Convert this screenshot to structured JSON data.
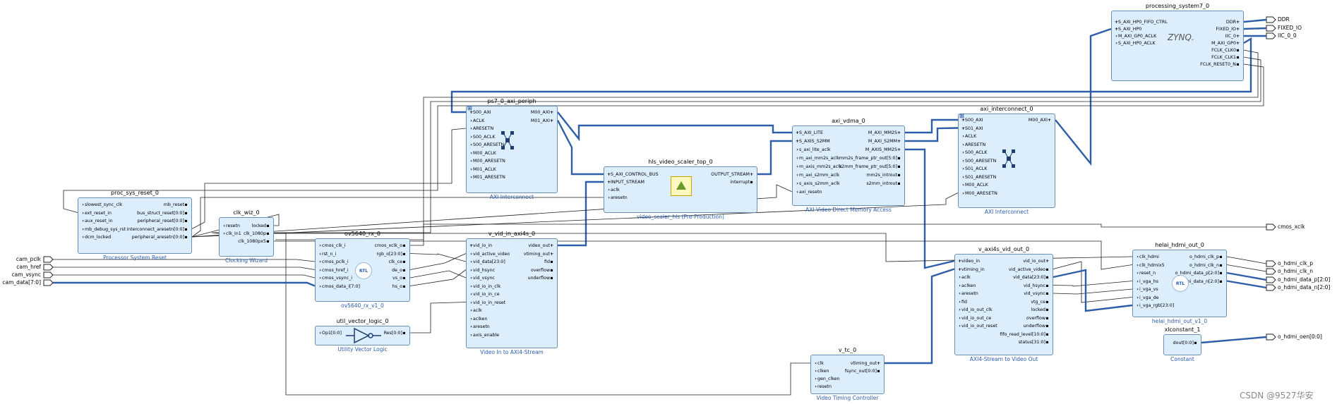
{
  "watermark": "CSDN @9527华安",
  "blocks": {
    "processing_system7_0": {
      "title": "processing_system7_0",
      "subtitle": "ZYNQ7 Processing System",
      "logo": "ZYNQ.",
      "left_pins": [
        "S_AXI_HP0_FIFO_CTRL",
        "S_AXI_HP0",
        "M_AXI_GP0_ACLK",
        "S_AXI_HP0_ACLK"
      ],
      "right_pins": [
        "DDR",
        "FIXED_IO",
        "IIC_0",
        "M_AXI_GP0",
        "FCLK_CLK0",
        "FCLK_CLK1",
        "FCLK_RESET0_N"
      ]
    },
    "ps7_0_axi_periph": {
      "title": "ps7_0_axi_periph",
      "subtitle": "AXI Interconnect",
      "left_pins": [
        "S00_AXI",
        "ACLK",
        "ARESETN",
        "S00_ACLK",
        "S00_ARESETN",
        "M00_ACLK",
        "M00_ARESETN",
        "M01_ACLK",
        "M01_ARESETN"
      ],
      "right_pins": [
        "M00_AXI",
        "M01_AXI"
      ]
    },
    "axi_vdma_0": {
      "title": "axi_vdma_0",
      "subtitle": "AXI Video Direct Memory Access",
      "left_pins": [
        "S_AXI_LITE",
        "S_AXIS_S2MM",
        "s_axi_lite_aclk",
        "m_axi_mm2s_aclk",
        "m_axis_mm2s_aclk",
        "m_axi_s2mm_aclk",
        "s_axis_s2mm_aclk",
        "axi_resetn"
      ],
      "right_pins": [
        "M_AXI_MM2S",
        "M_AXI_S2MM",
        "M_AXIS_MM2S",
        "mm2s_frame_ptr_out[5:0]",
        "s2mm_frame_ptr_out[5:0]",
        "mm2s_introut",
        "s2mm_introut"
      ]
    },
    "axi_interconnect_0": {
      "title": "axi_interconnect_0",
      "subtitle": "AXI Interconnect",
      "left_pins": [
        "S00_AXI",
        "S01_AXI",
        "ACLK",
        "ARESETN",
        "S00_ACLK",
        "S00_ARESETN",
        "S01_ACLK",
        "S01_ARESETN",
        "M00_ACLK",
        "M00_ARESETN"
      ],
      "right_pins": [
        "M00_AXI"
      ]
    },
    "hls_video_scaler_top_0": {
      "title": "hls_video_scaler_top_0",
      "subtitle": "video_scaler_hls (Pre-Production)",
      "left_pins": [
        "S_AXI_CONTROL_BUS",
        "INPUT_STREAM",
        "aclk",
        "aresetn"
      ],
      "right_pins": [
        "OUTPUT_STREAM",
        "interrupt"
      ]
    },
    "proc_sys_reset_0": {
      "title": "proc_sys_reset_0",
      "subtitle": "Processor System Reset",
      "left_pins": [
        "slowest_sync_clk",
        "ext_reset_in",
        "aux_reset_in",
        "mb_debug_sys_rst",
        "dcm_locked"
      ],
      "right_pins": [
        "mb_reset",
        "bus_struct_reset[0:0]",
        "peripheral_reset[0:0]",
        "interconnect_aresetn[0:0]",
        "peripheral_aresetn[0:0]"
      ]
    },
    "clk_wiz_0": {
      "title": "clk_wiz_0",
      "subtitle": "Clocking Wizard",
      "left_pins": [
        "resetn",
        "clk_in1"
      ],
      "right_pins": [
        "locked",
        "clk_1080p",
        "clk_1080px5"
      ]
    },
    "ov5640_rx_0": {
      "title": "ov5640_rx_0",
      "subtitle": "ov5640_rx_v1_0",
      "rtl": "RTL",
      "left_pins": [
        "cmos_clk_i",
        "rst_n_i",
        "cmos_pclk_i",
        "cmos_href_i",
        "cmos_vsync_i",
        "cmos_data_i[7:0]"
      ],
      "right_pins": [
        "cmos_xclk_o",
        "rgb_o[23:0]",
        "clk_ce",
        "de_o",
        "vs_o",
        "hs_o"
      ]
    },
    "util_vector_logic_0": {
      "title": "util_vector_logic_0",
      "subtitle": "Utility Vector Logic",
      "left_pins": [
        "Op1[0:0]"
      ],
      "right_pins": [
        "Res[0:0]"
      ]
    },
    "v_vid_in_axi4s_0": {
      "title": "v_vid_in_axi4s_0",
      "subtitle": "Video In to AXI4-Stream",
      "left_pins": [
        "vid_io_in",
        "vid_active_video",
        "vid_data[23:0]",
        "vid_hsync",
        "vid_vsync",
        "vid_io_in_clk",
        "vid_io_in_ce",
        "vid_io_in_reset",
        "aclk",
        "aclken",
        "aresetn",
        "axis_enable"
      ],
      "right_pins": [
        "video_out",
        "vtiming_out",
        "fid",
        "overflow",
        "underflow"
      ]
    },
    "v_tc_0": {
      "title": "v_tc_0",
      "subtitle": "Video Timing Controller",
      "left_pins": [
        "clk",
        "clken",
        "gen_clken",
        "resetn"
      ],
      "right_pins": [
        "vtiming_out",
        "fsync_out[0:0]"
      ]
    },
    "v_axi4s_vid_out_0": {
      "title": "v_axi4s_vid_out_0",
      "subtitle": "AXI4-Stream to Video Out",
      "left_pins": [
        "video_in",
        "vtiming_in",
        "aclk",
        "aclken",
        "aresetn",
        "fid",
        "vid_io_out_clk",
        "vid_io_out_ce",
        "vid_io_out_reset"
      ],
      "right_pins": [
        "vid_io_out",
        "vid_active_video",
        "vid_data[23:0]",
        "vid_hsync",
        "vid_vsync",
        "vtg_ce",
        "locked",
        "overflow",
        "underflow",
        "fifo_read_level[10:0]",
        "status[31:0]"
      ]
    },
    "helai_hdmi_out_0": {
      "title": "helai_hdmi_out_0",
      "subtitle": "helai_hdmi_out_v1_0",
      "rtl": "RTL",
      "left_pins": [
        "clk_hdmi",
        "clk_hdmix5",
        "reset_n",
        "i_vga_hs",
        "i_vga_vs",
        "i_vga_de",
        "i_vga_rgb[23:0]"
      ],
      "right_pins": [
        "o_hdmi_clk_p",
        "o_hdmi_clk_n",
        "o_hdmi_data_p[2:0]",
        "o_hdmi_data_n[2:0]"
      ]
    },
    "xlconstant_1": {
      "title": "xlconstant_1",
      "subtitle": "Constant",
      "left_pins": [],
      "right_pins": [
        "dout[0:0]"
      ]
    }
  },
  "ports_in": [
    "cam_pclk",
    "cam_href",
    "cam_vsync",
    "cam_data[7:0]"
  ],
  "ports_out": [
    "DDR",
    "FIXED_IO",
    "IIC_0_0",
    "cmos_xclk",
    "o_hdmi_clk_p",
    "o_hdmi_clk_n",
    "o_hdmi_data_p[2:0]",
    "o_hdmi_data_n[2:0]",
    "o_hdmi_oen[0:0]"
  ]
}
